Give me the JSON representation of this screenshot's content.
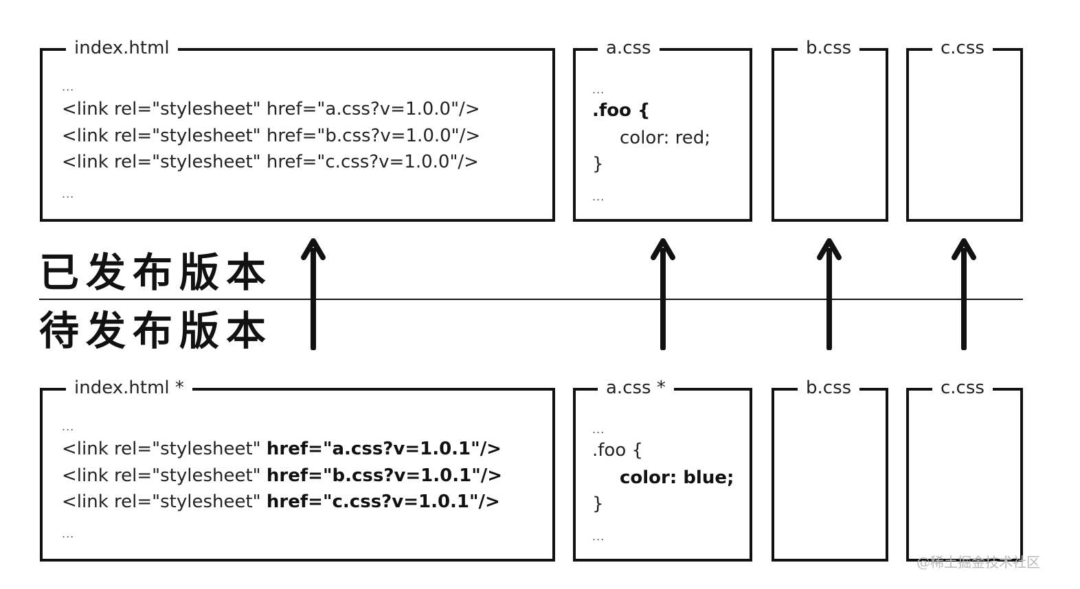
{
  "released": {
    "label": "已发布版本",
    "index_html": {
      "title": "index.html",
      "lines": [
        "...",
        "<link rel=\"stylesheet\" href=\"a.css?v=1.0.0\"/>",
        "<link rel=\"stylesheet\" href=\"b.css?v=1.0.0\"/>",
        "<link rel=\"stylesheet\" href=\"c.css?v=1.0.0\"/>",
        "..."
      ]
    },
    "a_css": {
      "title": "a.css",
      "lines": [
        "...",
        ".foo {",
        "color: red;",
        "}",
        "..."
      ]
    },
    "b_css": {
      "title": "b.css"
    },
    "c_css": {
      "title": "c.css"
    }
  },
  "pending": {
    "label": "待发布版本",
    "index_html": {
      "title": "index.html *",
      "line_prefix": "<link rel=\"stylesheet\" ",
      "lines": [
        "...",
        "href=\"a.css?v=1.0.1\"/>",
        "href=\"b.css?v=1.0.1\"/>",
        "href=\"c.css?v=1.0.1\"/>",
        "..."
      ]
    },
    "a_css": {
      "title": "a.css *",
      "lines": [
        "...",
        ".foo {",
        "color: blue;",
        "}",
        "..."
      ]
    },
    "b_css": {
      "title": "b.css"
    },
    "c_css": {
      "title": "c.css"
    }
  },
  "watermark": "@稀土掘金技术社区"
}
